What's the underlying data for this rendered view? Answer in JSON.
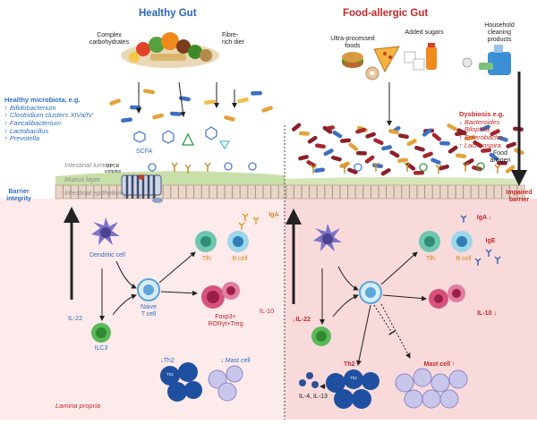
{
  "panels": {
    "healthy_title": "Healthy Gut",
    "allergic_title": "Food-allergic Gut"
  },
  "healthy": {
    "diet_complex": "Complex\ncarbohydrates",
    "diet_fibre": "Fibre-\nrich diet",
    "microbiota_heading": "Healthy microbiota, e.g.",
    "microbiota": [
      "↑ Bifidobacterium",
      "↑ Clostridium clusters XIVa/IV",
      "↑ Faecalibacterium",
      "↑ Lactobacillus",
      "↑ Prevotella"
    ],
    "scfa": "SCFA",
    "lumen": "Intestinal lumen",
    "gpcr": "GPCR\ncomplex",
    "mucus": "Mucus layer",
    "epithelium": "Intestinal epithelium",
    "barrier": "Barrier\nintegrity",
    "dendritic": "Dendritic cell",
    "naive": "Naive\nT cell",
    "tfh": "Tfh",
    "bcell": "B cell",
    "iga": "IgA",
    "treg": "Foxp3+\nRORγt+Treg",
    "il10": "IL-10",
    "il22": "IL-22",
    "ilc3": "ILC3",
    "th2": "↓Th2",
    "mast": "↓ Mast cell",
    "th2_cell": "Th2",
    "lamina": "Lamina propria"
  },
  "allergic": {
    "ultra": "Ultra-processed\nfoods",
    "sugars": "Added sugars",
    "household": "Household\ncleaning\nproducts",
    "dysbiosis_heading": "Dysbiosis e.g.",
    "dysbiosis": [
      "↓ Bacteroides",
      "↓ Bilophila",
      "↑ Enterobacter",
      "↑ Lachnospira"
    ],
    "food_antigen": "Food\nantigen",
    "impaired": "Impaired\nbarrier",
    "iga": "IgA ↓",
    "ige": "IgE",
    "tfh": "Tfh",
    "bcell": "B cell",
    "il10": "IL-10 ↓",
    "il22": "↓IL-22",
    "th2": "Th2 ↑",
    "mast": "Mast cell ↑",
    "il4": "IL-4, IL-13"
  },
  "colors": {
    "healthy_blue": "#2a63b8",
    "allergic_red": "#c62828",
    "lamina_bg": "#fde8e8",
    "mucus": "#c9dfa9",
    "epithelium": "#e6d3c5"
  }
}
